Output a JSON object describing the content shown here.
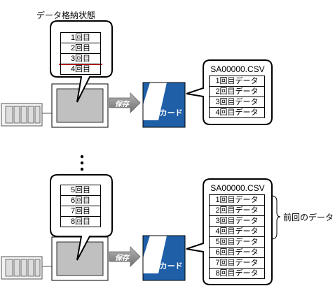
{
  "diagram": {
    "title_label": "データ格納状態",
    "save_label": "保存",
    "cf_card_label": "CFカード",
    "previous_data_label": "前回のデータ",
    "top": {
      "display_rows": [
        "1回目",
        "2回目",
        "3回目",
        "4回目"
      ],
      "file_name": "SA00000.CSV",
      "file_rows": [
        "1回目データ",
        "2回目データ",
        "3回目データ",
        "4回目データ"
      ]
    },
    "bottom": {
      "display_rows": [
        "5回目",
        "6回目",
        "7回目",
        "8回目"
      ],
      "file_name": "SA00000.CSV",
      "file_rows": [
        "1回目データ",
        "2回目データ",
        "3回目データ",
        "4回目データ",
        "5回目データ",
        "6回目データ",
        "7回目データ",
        "8回目データ"
      ]
    },
    "colors": {
      "card_blue": "#1f5fa8",
      "marker_red": "#e00000",
      "screen_gray": "#c0c0c0",
      "arrow_gray": "#8a8a8a"
    }
  }
}
